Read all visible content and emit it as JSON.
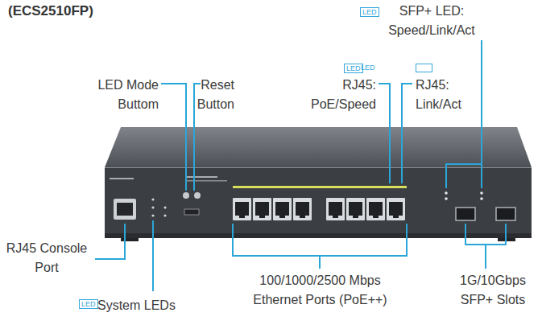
{
  "diagram": {
    "title": "(ECS2510FP)",
    "nodes": [
      {
        "text": [
          "LED"
        ]
      },
      {
        "text": [
          "LED"
        ]
      },
      {
        "text": [
          "LED"
        ]
      }
    ],
    "labels": [
      "SFP+ LED: Speed/Link/Act",
      "LED Mode Buttom",
      "Reset Button",
      "LED",
      "RJ45: PoE/Speed",
      "RJ45: Link/Act",
      "RJ45 Console Port",
      "System LEDs",
      "100/1000/2500 Mbps Ethernet Ports (PoE++)",
      "1G/10Gbps SFP+ Slots"
    ]
  }
}
